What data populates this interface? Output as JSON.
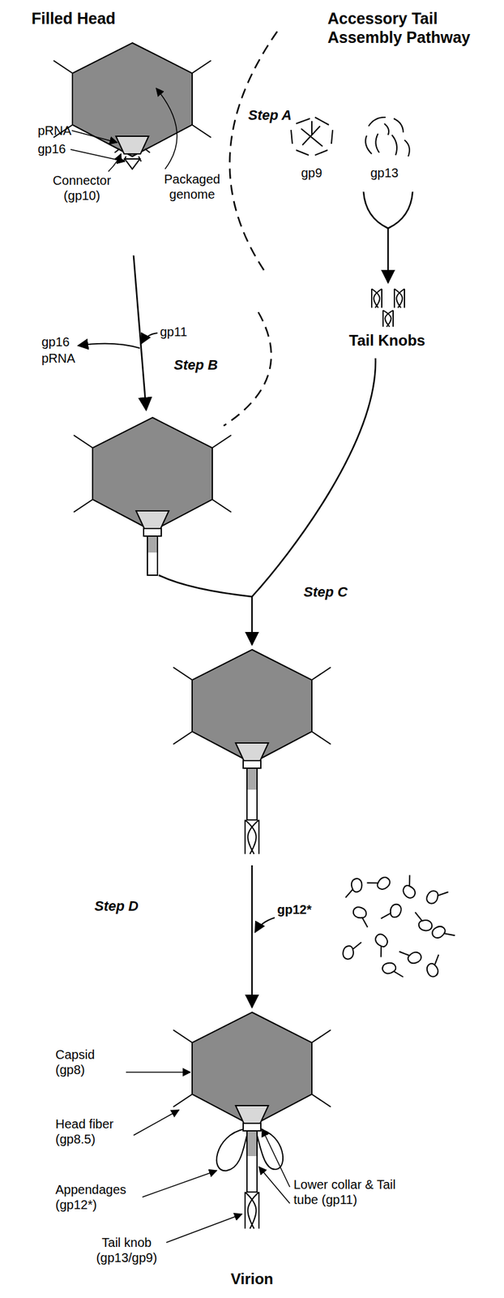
{
  "diagram": {
    "labels": [
      "Filled Head",
      "Accessory Tail Assembly Pathway",
      "Step A",
      "pRNA",
      "gp16",
      "Connector (gp10)",
      "Packaged genome",
      "gp9",
      "gp13",
      "gp11",
      "gp16",
      "pRNA",
      "Step B",
      "Tail Knobs",
      "Step C",
      "Step D",
      "gp12*",
      "Capsid (gp8)",
      "Head fiber (gp8.5)",
      "Appendages (gp12*)",
      "Lower collar & Tail tube (gp11)",
      "Tail knob (gp13/gp9)",
      "Virion"
    ]
  }
}
